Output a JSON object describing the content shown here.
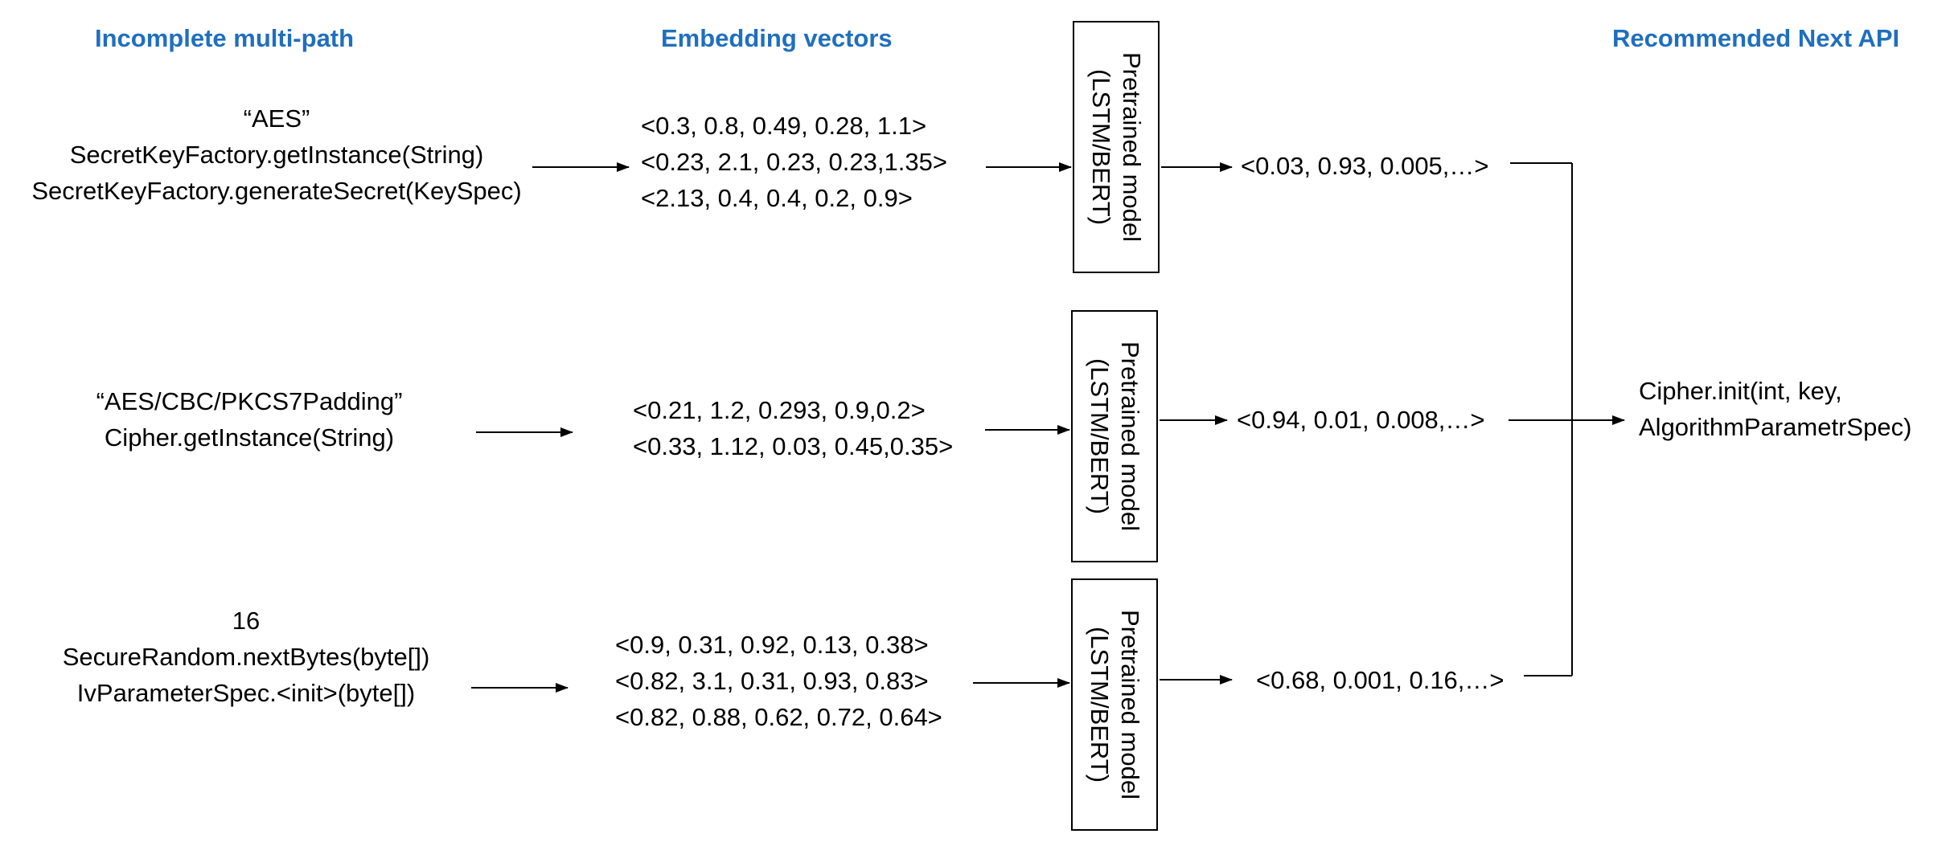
{
  "headings": {
    "input": "Incomplete multi-path",
    "embedding": "Embedding vectors",
    "output": "Recommended Next API"
  },
  "paths": [
    {
      "lines": [
        "“AES”",
        "SecretKeyFactory.getInstance(String)",
        "SecretKeyFactory.generateSecret(KeySpec)"
      ],
      "vectors": [
        "<0.3, 0.8, 0.49, 0.28, 1.1>",
        "<0.23, 2.1, 0.23, 0.23,1.35>",
        "<2.13, 0.4, 0.4, 0.2, 0.9>"
      ],
      "model": [
        "Pretrained model",
        "(LSTM/BERT)"
      ],
      "output": "<0.03, 0.93, 0.005,…>"
    },
    {
      "lines": [
        "“AES/CBC/PKCS7Padding”",
        "Cipher.getInstance(String)"
      ],
      "vectors": [
        "<0.21, 1.2, 0.293, 0.9,0.2>",
        "<0.33, 1.12, 0.03, 0.45,0.35>"
      ],
      "model": [
        "Pretrained model",
        "(LSTM/BERT)"
      ],
      "output": "<0.94, 0.01, 0.008,…>"
    },
    {
      "lines": [
        "16",
        "SecureRandom.nextBytes(byte[])",
        "IvParameterSpec.<init>(byte[])"
      ],
      "vectors": [
        "<0.9, 0.31, 0.92, 0.13, 0.38>",
        "<0.82, 3.1, 0.31, 0.93, 0.83>",
        "<0.82, 0.88, 0.62, 0.72, 0.64>"
      ],
      "model": [
        "Pretrained model",
        "(LSTM/BERT)"
      ],
      "output": "<0.68, 0.001, 0.16,…>"
    }
  ],
  "recommendation": [
    "Cipher.init(int, key,",
    "AlgorithmParametrSpec)"
  ],
  "colors": {
    "heading": "#1f6fbf",
    "text": "#000000",
    "line": "#000000"
  }
}
